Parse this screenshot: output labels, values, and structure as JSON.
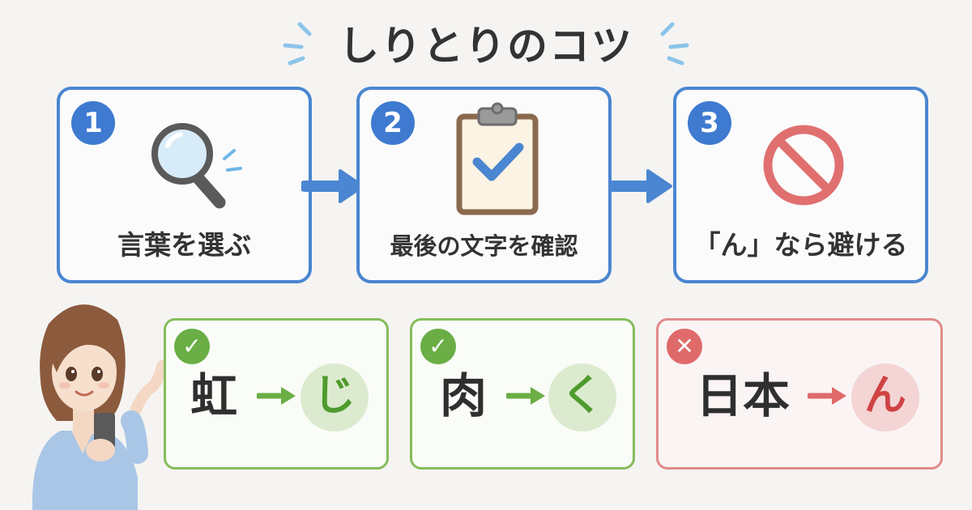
{
  "title": "しりとりのコツ",
  "steps": [
    {
      "number": "1",
      "label": "言葉を選ぶ",
      "icon": "magnifier-icon"
    },
    {
      "number": "2",
      "label": "最後の文字を確認",
      "icon": "clipboard-check-icon"
    },
    {
      "number": "3",
      "label": "「ん」なら避ける",
      "icon": "prohibited-icon"
    }
  ],
  "examples": [
    {
      "status": "ok",
      "mark": "✓",
      "word": "虹",
      "last_char": "じ"
    },
    {
      "status": "ok",
      "mark": "✓",
      "word": "肉",
      "last_char": "く"
    },
    {
      "status": "ng",
      "mark": "✕",
      "word": "日本",
      "last_char": "ん"
    }
  ],
  "colors": {
    "step_border": "#4a86d1",
    "ok": "#6aae45",
    "ng": "#e06a6a",
    "background": "#f5f4f2"
  }
}
